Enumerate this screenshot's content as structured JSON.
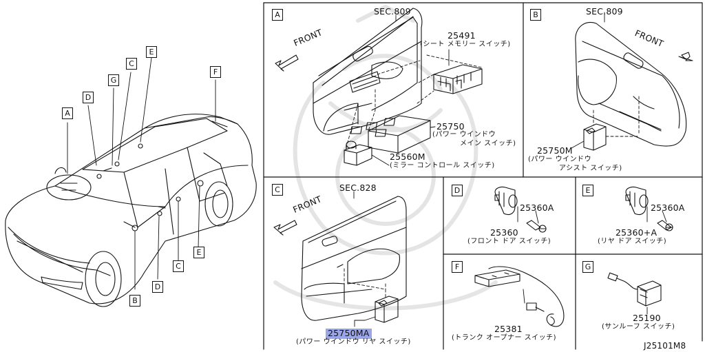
{
  "car_callouts": [
    "A",
    "D",
    "G",
    "C",
    "E",
    "F",
    "B",
    "D",
    "C",
    "E"
  ],
  "panels": {
    "A": {
      "letter": "A",
      "sec": "SEC.809",
      "front": "FRONT",
      "parts": [
        {
          "pn": "25491",
          "cap": "(シート メモリー スイッチ)"
        },
        {
          "pn": "25750",
          "cap1": "(パワー ウインドウ",
          "cap2": "メイン スイッチ)"
        },
        {
          "pn": "25560M",
          "cap": "(ミラー コントロール スイッチ)"
        }
      ]
    },
    "B": {
      "letter": "B",
      "sec": "SEC.809",
      "front": "FRONT",
      "parts": [
        {
          "pn": "25750M",
          "cap1": "(パワー ウインドウ",
          "cap2": "アシスト スイッチ)"
        }
      ]
    },
    "C": {
      "letter": "C",
      "sec": "SEC.828",
      "front": "FRONT",
      "parts": [
        {
          "pn": "25750MA",
          "cap": "(パワー ウインドウ リヤ スイッチ)"
        }
      ]
    },
    "D": {
      "letter": "D",
      "parts": [
        {
          "pn": "25360A"
        },
        {
          "pn": "25360",
          "cap": "(フロント ドア スイッチ)"
        }
      ]
    },
    "E": {
      "letter": "E",
      "parts": [
        {
          "pn": "25360A"
        },
        {
          "pn": "25360+A",
          "cap": "(リヤ ドア スイッチ)"
        }
      ]
    },
    "F": {
      "letter": "F",
      "parts": [
        {
          "pn": "25381",
          "cap": "(トランク オープナー スイッチ)"
        }
      ]
    },
    "G": {
      "letter": "G",
      "parts": [
        {
          "pn": "25190",
          "cap": "(サンルーフ スイッチ)"
        }
      ]
    }
  },
  "drawing_id": "J25101M8"
}
